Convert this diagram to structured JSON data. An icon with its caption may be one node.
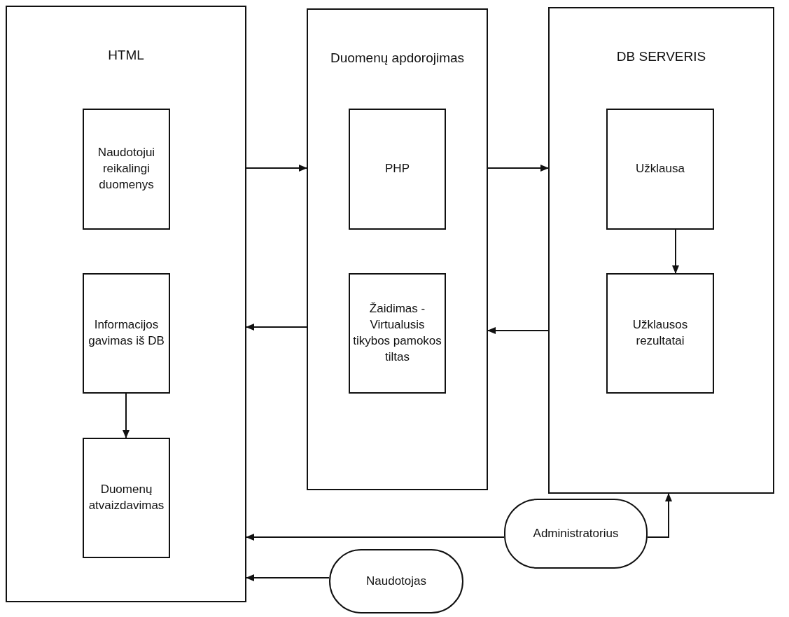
{
  "diagram": {
    "nodes": [
      {
        "text": [
          "HTML"
        ]
      },
      {
        "text": [
          "Naudotojui reikalingi duomenys"
        ],
        "in": 0
      },
      {
        "text": [
          "Informacijos gavimas iš DB"
        ],
        "in": 0
      },
      {
        "text": [
          "Duomenų atvaizdavimas"
        ],
        "in": 0
      },
      {
        "text": [
          "Duomenų apdorojimas"
        ]
      },
      {
        "text": [
          "PHP"
        ],
        "in": 4
      },
      {
        "text": [
          "Žaidimas - Virtualusis tikybos pamokos tiltas"
        ],
        "in": 4
      },
      {
        "text": [
          "DB SERVERIS"
        ]
      },
      {
        "text": [
          "Užklausa"
        ],
        "in": 7
      },
      {
        "text": [
          "Užklausos rezultatai"
        ],
        "in": 7
      },
      {
        "text": [
          "Administratorius"
        ]
      },
      {
        "text": [
          "Naudotojas"
        ]
      }
    ],
    "edges": [
      {
        "from": 0,
        "to": 4,
        "arrow": "to"
      },
      {
        "from": 4,
        "to": 7,
        "arrow": "to"
      },
      {
        "from": 7,
        "to": 4,
        "arrow": "to"
      },
      {
        "from": 4,
        "to": 0,
        "arrow": "to"
      },
      {
        "from": 8,
        "to": 9,
        "arrow": "to"
      },
      {
        "from": 2,
        "to": 3,
        "arrow": "to"
      },
      {
        "from": 10,
        "to": 0,
        "arrow": "to"
      },
      {
        "from": 10,
        "to": 7,
        "arrow": "to"
      },
      {
        "from": 11,
        "to": 0,
        "arrow": "to"
      }
    ]
  }
}
